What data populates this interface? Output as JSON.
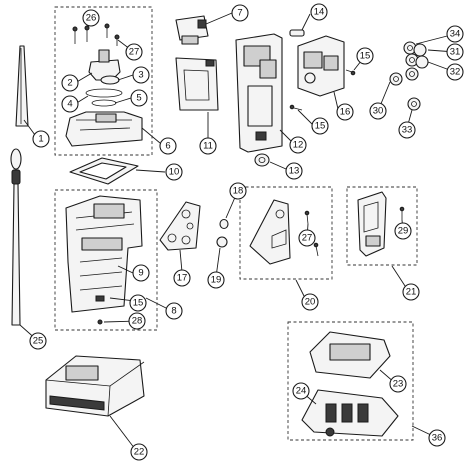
{
  "colors": {
    "line": "#1a1a1a",
    "fill_light": "#f4f4f4",
    "fill_mid": "#cfcfcf",
    "fill_dark": "#3a3a3a",
    "background": "#ffffff"
  },
  "callouts": {
    "c1": "1",
    "c2": "2",
    "c3": "3",
    "c4": "4",
    "c5": "5",
    "c6": "6",
    "c7": "7",
    "c8": "8",
    "c9": "9",
    "c10": "10",
    "c11": "11",
    "c12": "12",
    "c13": "13",
    "c14": "14",
    "c15a": "15",
    "c15b": "15",
    "c15c": "15",
    "c16": "16",
    "c17": "17",
    "c18": "18",
    "c19": "19",
    "c20": "20",
    "c21": "21",
    "c22": "22",
    "c23": "23",
    "c24": "24",
    "c25": "25",
    "c26": "26",
    "c27a": "27",
    "c27b": "27",
    "c28": "28",
    "c29": "29",
    "c30": "30",
    "c31": "31",
    "c32": "32",
    "c33": "33",
    "c34": "34",
    "c36": "36"
  }
}
